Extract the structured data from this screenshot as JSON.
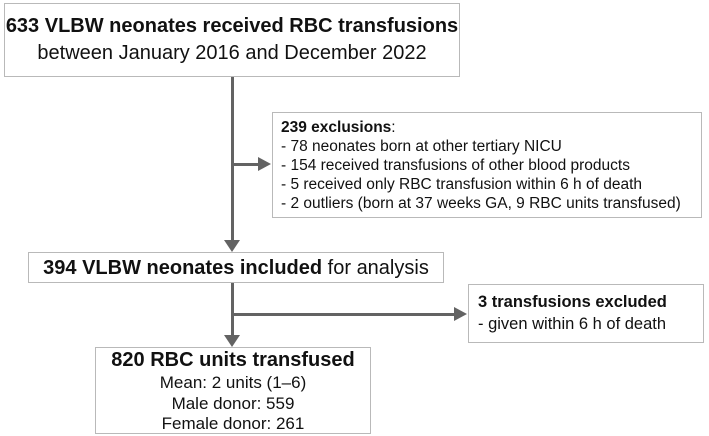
{
  "diagram": {
    "type": "flowchart",
    "colors": {
      "background": "#ffffff",
      "box_border": "#b9b9b9",
      "arrow": "#636363",
      "text": "#111111"
    },
    "boxes": {
      "top": {
        "line1_bold": "633 VLBW neonates received RBC transfusions",
        "line2": "between January 2016 and December 2022"
      },
      "exclusions": {
        "title_bold": "239 exclusions",
        "title_suffix": ":",
        "items": [
          "- 78 neonates born at other tertiary NICU",
          "- 154 received transfusions of other blood products",
          "- 5 received only RBC transfusion within 6 h of death",
          "- 2 outliers (born at 37 weeks GA, 9 RBC units transfused)"
        ]
      },
      "included": {
        "title_bold": "394 VLBW neonates included",
        "title_suffix": " for analysis"
      },
      "excluded_transfusions": {
        "title_bold": "3 transfusions excluded",
        "items": [
          "- given within 6 h of death"
        ]
      },
      "transfused": {
        "title_bold": "820 RBC units transfused",
        "items": [
          "Mean: 2 units (1–6)",
          "Male donor: 559",
          "Female donor: 261"
        ]
      }
    }
  }
}
